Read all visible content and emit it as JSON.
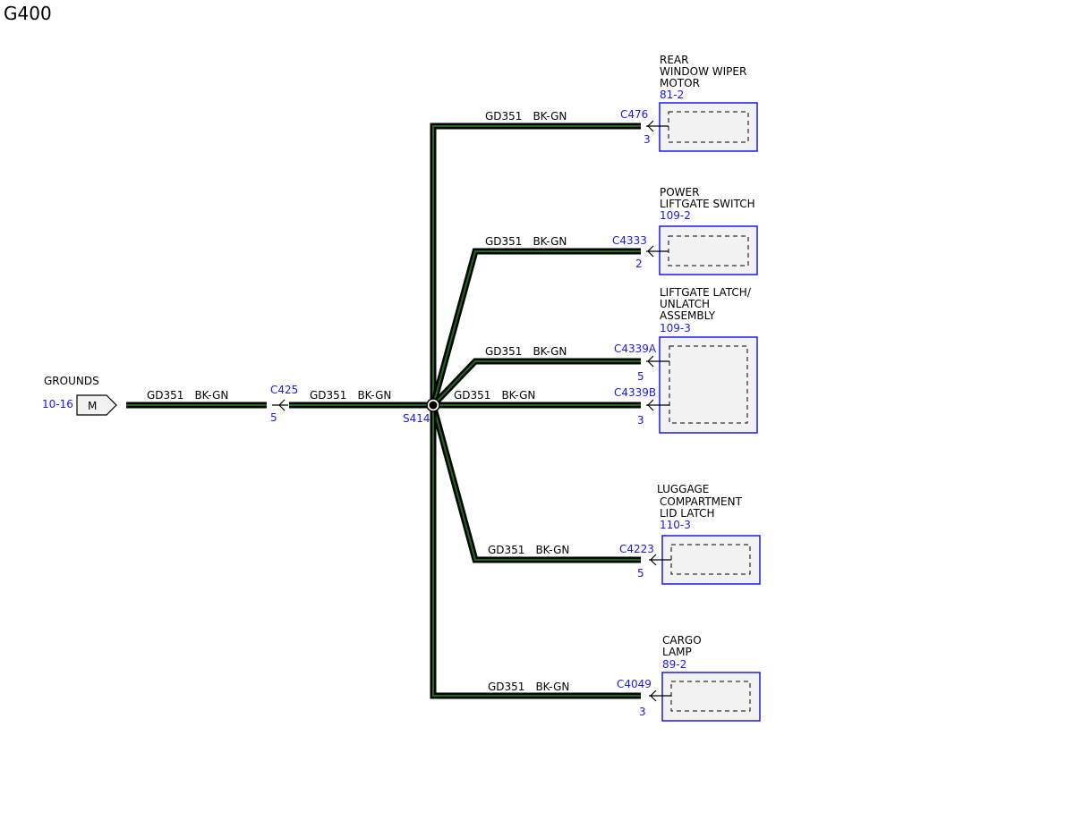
{
  "title": "G400",
  "colors": {
    "wire_outer": "#000000",
    "wire_inner": "#1e6b1e",
    "reference_blue": "#1a1aee",
    "component_fill": "#f2f2f2"
  },
  "ground": {
    "label": "GROUNDS",
    "page_ref": "10-16",
    "connector_letter": "M"
  },
  "c425": {
    "label": "C425",
    "pin": "5"
  },
  "splice": {
    "label": "S414"
  },
  "wires": [
    {
      "circuit": "GD351",
      "color_code": "BK-GN"
    },
    {
      "circuit": "GD351",
      "color_code": "BK-GN"
    },
    {
      "circuit": "GD351",
      "color_code": "BK-GN"
    },
    {
      "circuit": "GD351",
      "color_code": "BK-GN"
    },
    {
      "circuit": "GD351",
      "color_code": "BK-GN"
    },
    {
      "circuit": "GD351",
      "color_code": "BK-GN"
    },
    {
      "circuit": "GD351",
      "color_code": "BK-GN"
    },
    {
      "circuit": "GD351",
      "color_code": "BK-GN"
    }
  ],
  "components": [
    {
      "name_lines": [
        "REAR",
        "WINDOW WIPER",
        "MOTOR"
      ],
      "ref": "81-2",
      "connector": "C476",
      "pin": "3"
    },
    {
      "name_lines": [
        "POWER",
        "LIFTGATE SWITCH"
      ],
      "ref": "109-2",
      "connector": "C4333",
      "pin": "2"
    },
    {
      "name_lines": [
        "LIFTGATE LATCH/",
        "UNLATCH",
        "ASSEMBLY"
      ],
      "ref": "109-3",
      "connector": "C4339A",
      "pin": "5",
      "connector2": "C4339B",
      "pin2": "3"
    },
    {
      "name_lines": [
        "LUGGAGE",
        "COMPARTMENT",
        "LID LATCH"
      ],
      "ref": "110-3",
      "connector": "C4223",
      "pin": "5"
    },
    {
      "name_lines": [
        "CARGO",
        "LAMP"
      ],
      "ref": "89-2",
      "connector": "C4049",
      "pin": "3"
    }
  ]
}
